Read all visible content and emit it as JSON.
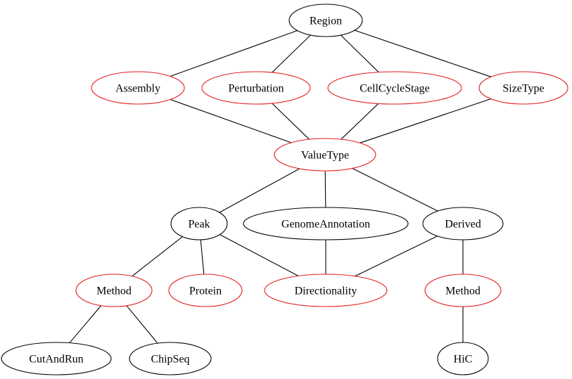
{
  "colors": {
    "black": "#000000",
    "red": "#e31a1c",
    "background": "#ffffff"
  },
  "nodes": [
    {
      "id": "region",
      "label": "Region",
      "color": "black"
    },
    {
      "id": "assembly",
      "label": "Assembly",
      "color": "red"
    },
    {
      "id": "perturbation",
      "label": "Perturbation",
      "color": "red"
    },
    {
      "id": "cellcyclestage",
      "label": "CellCycleStage",
      "color": "red"
    },
    {
      "id": "sizetype",
      "label": "SizeType",
      "color": "red"
    },
    {
      "id": "valuetype",
      "label": "ValueType",
      "color": "red"
    },
    {
      "id": "peak",
      "label": "Peak",
      "color": "black"
    },
    {
      "id": "genomeannotation",
      "label": "GenomeAnnotation",
      "color": "black"
    },
    {
      "id": "derived",
      "label": "Derived",
      "color": "black"
    },
    {
      "id": "method-peak",
      "label": "Method",
      "color": "red"
    },
    {
      "id": "protein",
      "label": "Protein",
      "color": "red"
    },
    {
      "id": "directionality",
      "label": "Directionality",
      "color": "red"
    },
    {
      "id": "method-derived",
      "label": "Method",
      "color": "red"
    },
    {
      "id": "cutandrun",
      "label": "CutAndRun",
      "color": "black"
    },
    {
      "id": "chipseq",
      "label": "ChipSeq",
      "color": "black"
    },
    {
      "id": "hic",
      "label": "HiC",
      "color": "black"
    }
  ],
  "edges": [
    [
      "region",
      "assembly"
    ],
    [
      "region",
      "perturbation"
    ],
    [
      "region",
      "cellcyclestage"
    ],
    [
      "region",
      "sizetype"
    ],
    [
      "assembly",
      "valuetype"
    ],
    [
      "perturbation",
      "valuetype"
    ],
    [
      "cellcyclestage",
      "valuetype"
    ],
    [
      "sizetype",
      "valuetype"
    ],
    [
      "valuetype",
      "peak"
    ],
    [
      "valuetype",
      "genomeannotation"
    ],
    [
      "valuetype",
      "derived"
    ],
    [
      "peak",
      "method-peak"
    ],
    [
      "peak",
      "protein"
    ],
    [
      "peak",
      "directionality"
    ],
    [
      "genomeannotation",
      "directionality"
    ],
    [
      "derived",
      "directionality"
    ],
    [
      "derived",
      "method-derived"
    ],
    [
      "method-peak",
      "cutandrun"
    ],
    [
      "method-peak",
      "chipseq"
    ],
    [
      "method-derived",
      "hic"
    ]
  ]
}
